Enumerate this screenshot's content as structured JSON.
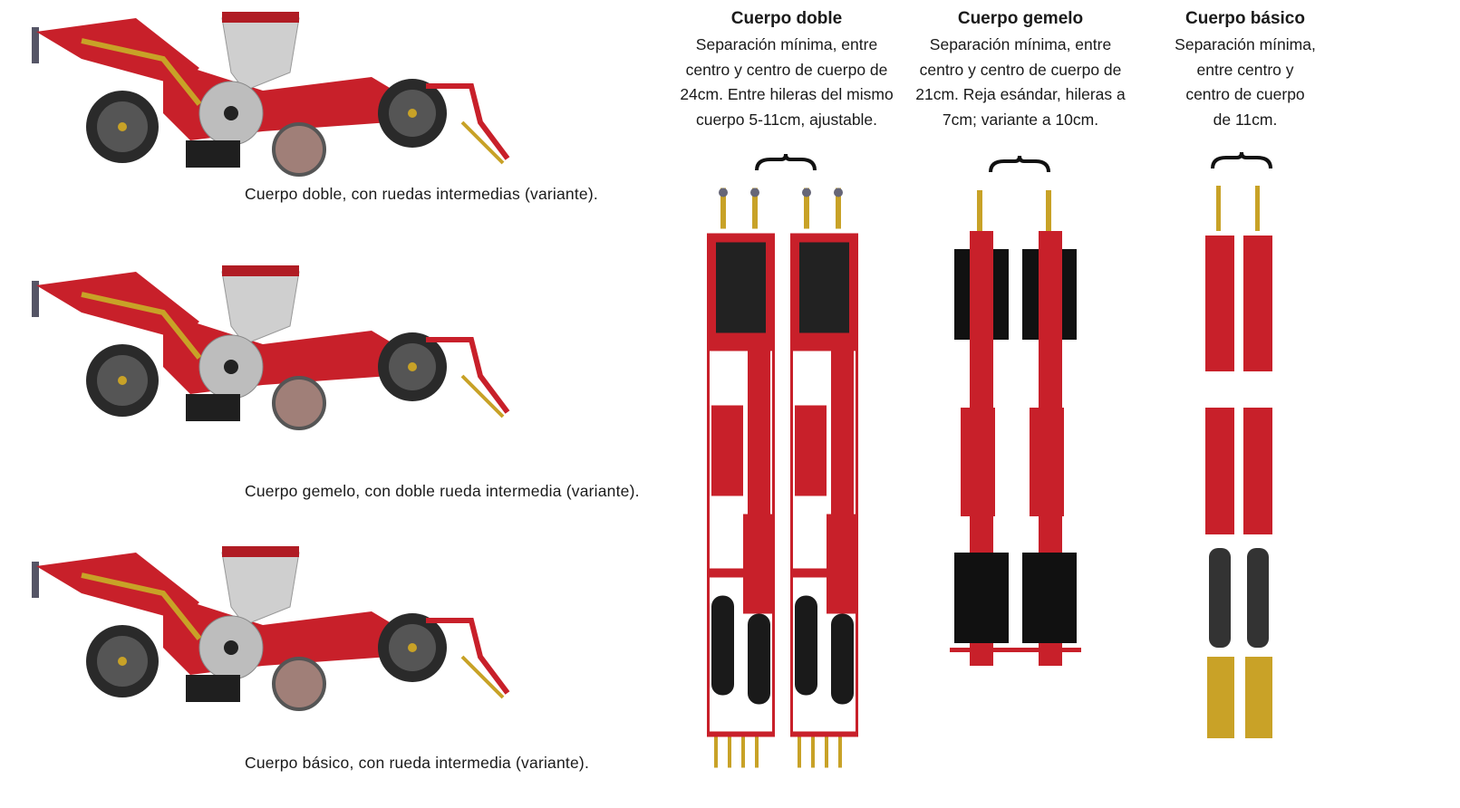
{
  "left": {
    "captions": [
      "Cuerpo doble, con ruedas intermedias (variante).",
      "Cuerpo gemelo, con doble rueda intermedia (variante).",
      "Cuerpo básico, con rueda intermedia (variante)."
    ]
  },
  "columns": [
    {
      "title": "Cuerpo doble",
      "lines": [
        "Separación mínima, entre",
        "centro y centro de cuerpo de",
        "24cm. Entre hileras del mismo",
        "cuerpo 5-11cm, ajustable."
      ]
    },
    {
      "title": "Cuerpo gemelo",
      "lines": [
        "Separación mínima, entre",
        "centro y centro de cuerpo de",
        "21cm. Reja esándar, hileras a",
        "7cm; variante a 10cm."
      ]
    },
    {
      "title": "Cuerpo básico",
      "lines": [
        "Separación mínima,",
        "entre centro y",
        "centro de cuerpo",
        "de 11cm."
      ]
    }
  ],
  "brace_glyph": "{",
  "colors": {
    "red": "#c8202a",
    "gold": "#c9a227",
    "grey": "#c8c8c8",
    "black": "#111111"
  }
}
